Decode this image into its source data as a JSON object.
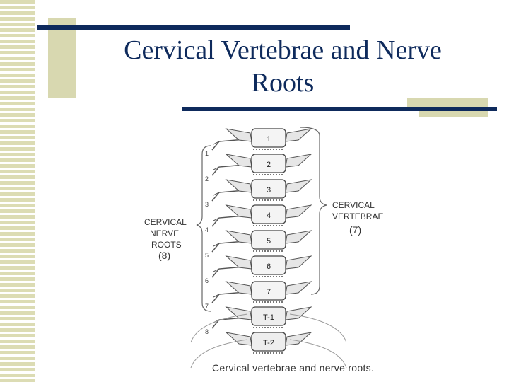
{
  "slide": {
    "title_line1": "Cervical Vertebrae and Nerve",
    "title_line2": "Roots"
  },
  "figure": {
    "caption": "Cervical vertebrae and nerve roots.",
    "left_label": [
      "CERVICAL",
      "NERVE",
      "ROOTS",
      "(8)"
    ],
    "right_label": [
      "CERVICAL",
      "VERTEBRAE",
      "(7)"
    ],
    "vertebrae": [
      "1",
      "2",
      "3",
      "4",
      "5",
      "6",
      "7",
      "T-1",
      "T-2"
    ],
    "nerve_numbers": [
      "1",
      "2",
      "3",
      "4",
      "5",
      "6",
      "7",
      "8"
    ]
  },
  "colors": {
    "title": "#0e2a5c",
    "decoration": "#d8d8b0"
  }
}
